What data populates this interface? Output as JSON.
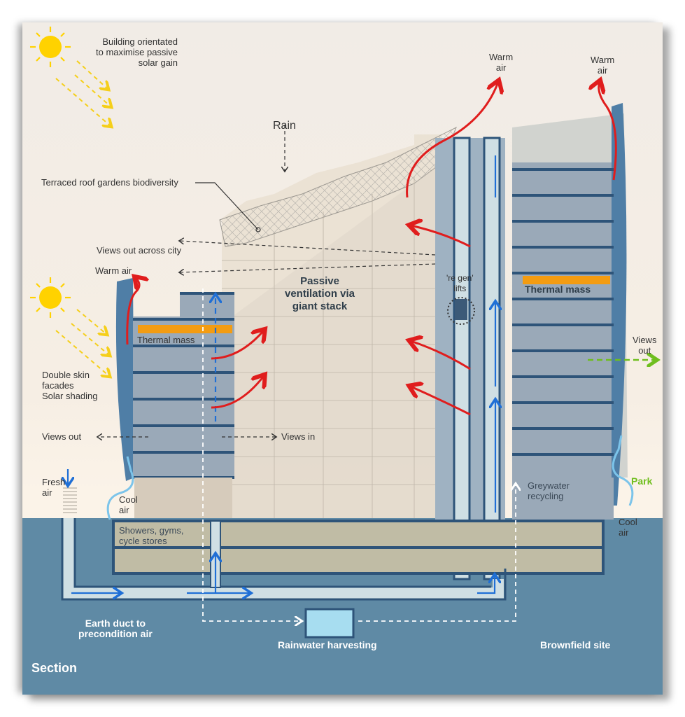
{
  "title": "Section",
  "colors": {
    "ground": "#5f8aa5",
    "sky": "#f3ede6",
    "warm_air": "#e01d1d",
    "cool_air": "#7cc4ea",
    "duct_flow": "#1f6fd6",
    "thermal_mass": "#f39c12",
    "views_out_green": "#6fbe1e",
    "sun": "#ffd200",
    "facade": "#4f7ea6"
  },
  "labels": {
    "solar_orientation": [
      "Building orientated",
      "to maximise passive",
      "solar gain"
    ],
    "rain": "Rain",
    "roof_gardens": "Terraced roof gardens biodiversity",
    "views_city": "Views out across city",
    "warm_air_left": "Warm air",
    "warm_air_center": [
      "Warm",
      "air"
    ],
    "warm_air_right": [
      "Warm",
      "air"
    ],
    "passive_ventilation": [
      "Passive",
      "ventilation via",
      "giant stack"
    ],
    "regen_lifts": [
      "'re gen'",
      "lifts"
    ],
    "thermal_mass_left": "Thermal mass",
    "thermal_mass_right": "Thermal mass",
    "double_skin": [
      "Double skin",
      "facades",
      "Solar shading"
    ],
    "views_out_left": "Views out",
    "views_in": "Views in",
    "views_out_right": [
      "Views",
      "out"
    ],
    "fresh_air": [
      "Fresh",
      "air"
    ],
    "cool_air_left": [
      "Cool",
      "air"
    ],
    "cool_air_right": [
      "Cool",
      "air"
    ],
    "park": "Park",
    "greywater": [
      "Greywater",
      "recycling"
    ],
    "showers": [
      "Showers, gyms,",
      "cycle stores"
    ],
    "earth_duct": [
      "Earth duct to",
      "precondition air"
    ],
    "rainwater": "Rainwater harvesting",
    "brownfield": "Brownfield site",
    "section": "Section"
  }
}
